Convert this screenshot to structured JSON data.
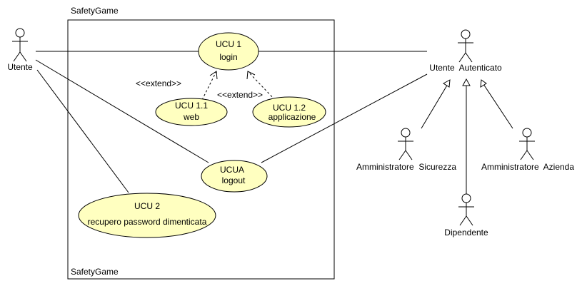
{
  "system": {
    "name": "SafetyGame"
  },
  "actors": {
    "utente": "Utente",
    "utente_autenticato": "Utente  Autenticato",
    "amministratore_sicurezza": "Amministratore  Sicurezza",
    "amministratore_azienda": "Amministratore  Azienda",
    "dipendente": "Dipendente"
  },
  "use_cases": {
    "ucu1": {
      "id": "UCU 1",
      "name": "login"
    },
    "ucu1_1": {
      "id": "UCU 1.1",
      "name": "web"
    },
    "ucu1_2": {
      "id": "UCU 1.2",
      "name": "applicazione"
    },
    "ucua": {
      "id": "UCUA",
      "name": "logout"
    },
    "ucu2": {
      "id": "UCU 2",
      "name": "recupero password dimenticata"
    }
  },
  "relations": {
    "extend_1": "<<extend>>",
    "extend_2": "<<extend>>"
  }
}
